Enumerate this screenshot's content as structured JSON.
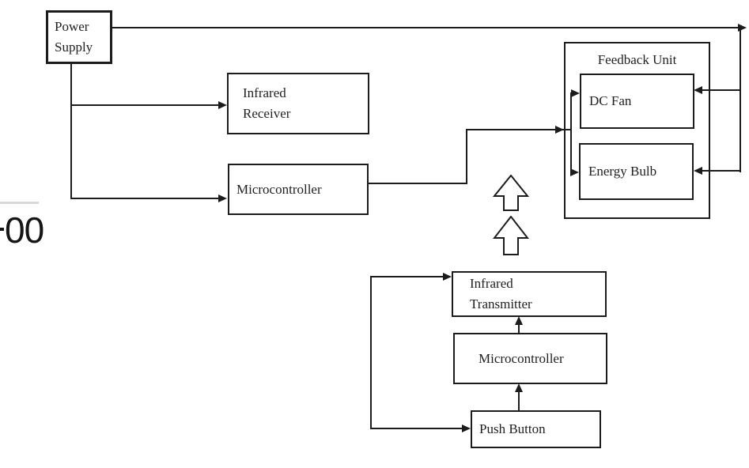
{
  "page": {
    "background": "#ffffff",
    "left_margin": {
      "number_text": "00"
    },
    "colors": {
      "line": "#1c1c1c",
      "divider": "#d9d9d9",
      "text": "#1f1f1f",
      "box_fill": "#ffffff"
    }
  },
  "diagram": {
    "boxes": {
      "power_supply": {
        "line1": "Power",
        "line2": "Supply"
      },
      "infrared_receiver": {
        "line1": "Infrared",
        "line2": "Receiver"
      },
      "microcontroller_receiver": {
        "label": "Microcontroller"
      },
      "feedback_unit": {
        "title": "Feedback Unit"
      },
      "dc_fan": {
        "label": "DC Fan"
      },
      "energy_bulb": {
        "label": "Energy Bulb"
      },
      "infrared_transmitter": {
        "line1": "Infrared",
        "line2": "Transmitter"
      },
      "microcontroller_transmitter": {
        "label": "Microcontroller"
      },
      "push_button": {
        "label": "Push Button"
      }
    },
    "icons": {
      "ir_signal_arrows": "two hollow upward block arrows"
    }
  }
}
